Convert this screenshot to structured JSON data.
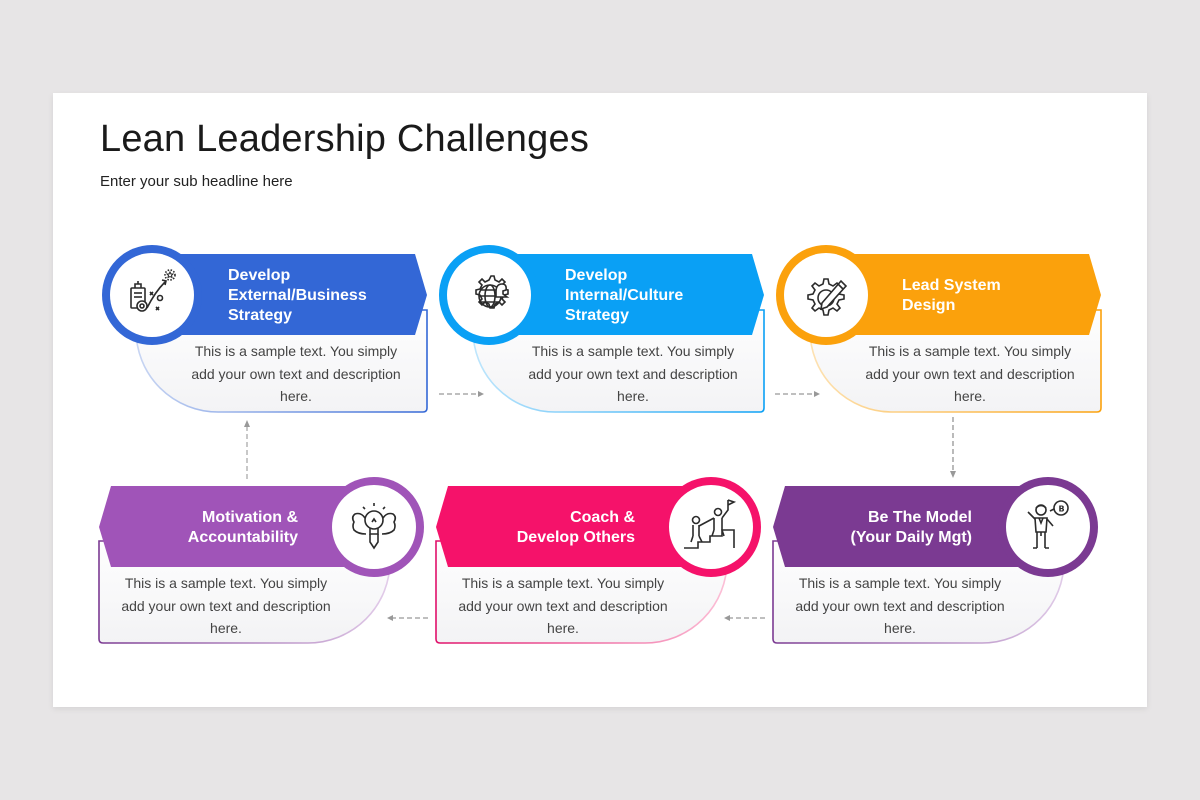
{
  "slide": {
    "title": "Lean Leadership Challenges",
    "subtitle": "Enter your sub headline here"
  },
  "steps": [
    {
      "id": 1,
      "title_lines": [
        "Develop",
        "External/Business",
        "Strategy"
      ],
      "description": "This is a sample text. You simply add your own text and description here.",
      "icon": "strategy-plan-gear-icon",
      "color": "#3367d6",
      "row": "top",
      "position": "left"
    },
    {
      "id": 2,
      "title_lines": [
        "Develop",
        "Internal/Culture",
        "Strategy"
      ],
      "description": "This is a sample text. You simply add your own text and description here.",
      "icon": "globe-gear-chess-icon",
      "color": "#0aa0f5",
      "row": "top",
      "position": "middle"
    },
    {
      "id": 3,
      "title_lines": [
        "Lead System",
        "Design"
      ],
      "description": "This is a sample text. You simply add your own text and description here.",
      "icon": "gear-pencil-icon",
      "color": "#fba10c",
      "row": "top",
      "position": "right"
    },
    {
      "id": 4,
      "title_lines": [
        "Be The Model",
        "(Your Daily Mgt)"
      ],
      "description": "This is a sample text. You simply add your own text and description here.",
      "icon": "person-speech-icon",
      "color": "#7b3a92",
      "row": "bottom",
      "position": "right"
    },
    {
      "id": 5,
      "title_lines": [
        "Coach &",
        "Develop Others"
      ],
      "description": "This is a sample text. You simply add your own text and description here.",
      "icon": "climbing-people-flag-icon",
      "color": "#f5126a",
      "row": "bottom",
      "position": "middle"
    },
    {
      "id": 6,
      "title_lines": [
        "Motivation &",
        "Accountability"
      ],
      "description": "This is a sample text. You simply add your own text and description here.",
      "icon": "lightbulb-muscle-icon",
      "color": "#a054b8",
      "row": "bottom",
      "position": "left"
    }
  ],
  "connectors": [
    {
      "from": 1,
      "to": 2,
      "direction": "right"
    },
    {
      "from": 2,
      "to": 3,
      "direction": "right"
    },
    {
      "from": 3,
      "to": 4,
      "direction": "down"
    },
    {
      "from": 4,
      "to": 5,
      "direction": "left"
    },
    {
      "from": 5,
      "to": 6,
      "direction": "left"
    },
    {
      "from": 6,
      "to": 1,
      "direction": "up"
    }
  ],
  "desc_lines": [
    "This is a sample text. You simply",
    "add your own text and description",
    "here."
  ]
}
